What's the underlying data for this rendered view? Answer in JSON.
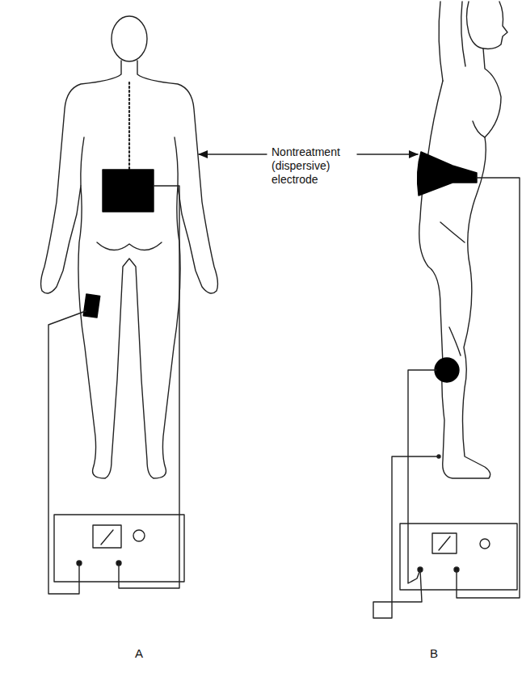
{
  "diagram": {
    "labels": [
      "Nontreatment (dispersive) electrode",
      "A",
      "B"
    ]
  }
}
